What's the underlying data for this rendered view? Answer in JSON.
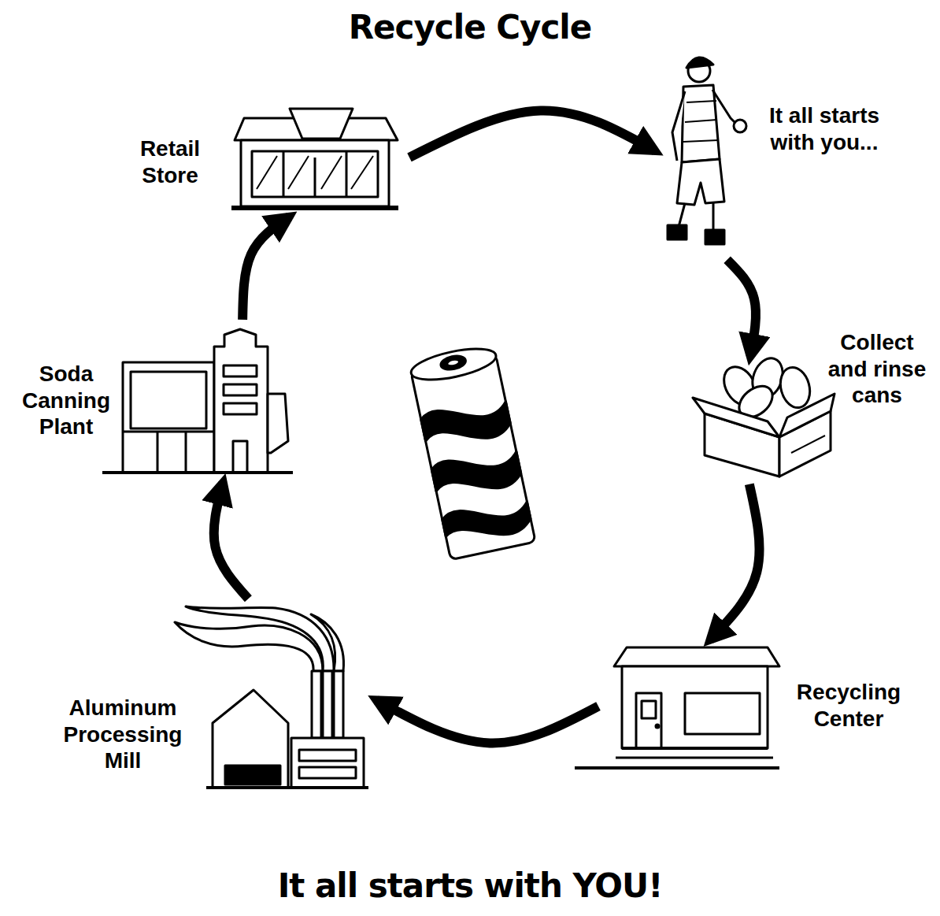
{
  "diagram": {
    "title": "Recycle Cycle",
    "caption": "It all starts with YOU!",
    "nodes": [
      {
        "text": [
          "It all starts with you..."
        ]
      },
      {
        "text": [
          "Collect and rinse cans"
        ]
      },
      {
        "text": [
          "Recycling Center"
        ]
      },
      {
        "text": [
          "Aluminum Processing Mill"
        ]
      },
      {
        "text": [
          "Soda Canning Plant"
        ]
      },
      {
        "text": [
          "Retail Store"
        ]
      }
    ],
    "edges": [
      {
        "from": 0,
        "to": 1,
        "arrow": "to"
      },
      {
        "from": 1,
        "to": 2,
        "arrow": "to"
      },
      {
        "from": 2,
        "to": 3,
        "arrow": "to"
      },
      {
        "from": 3,
        "to": 4,
        "arrow": "to"
      },
      {
        "from": 4,
        "to": 5,
        "arrow": "to"
      },
      {
        "from": 5,
        "to": 0,
        "arrow": "to"
      }
    ]
  }
}
